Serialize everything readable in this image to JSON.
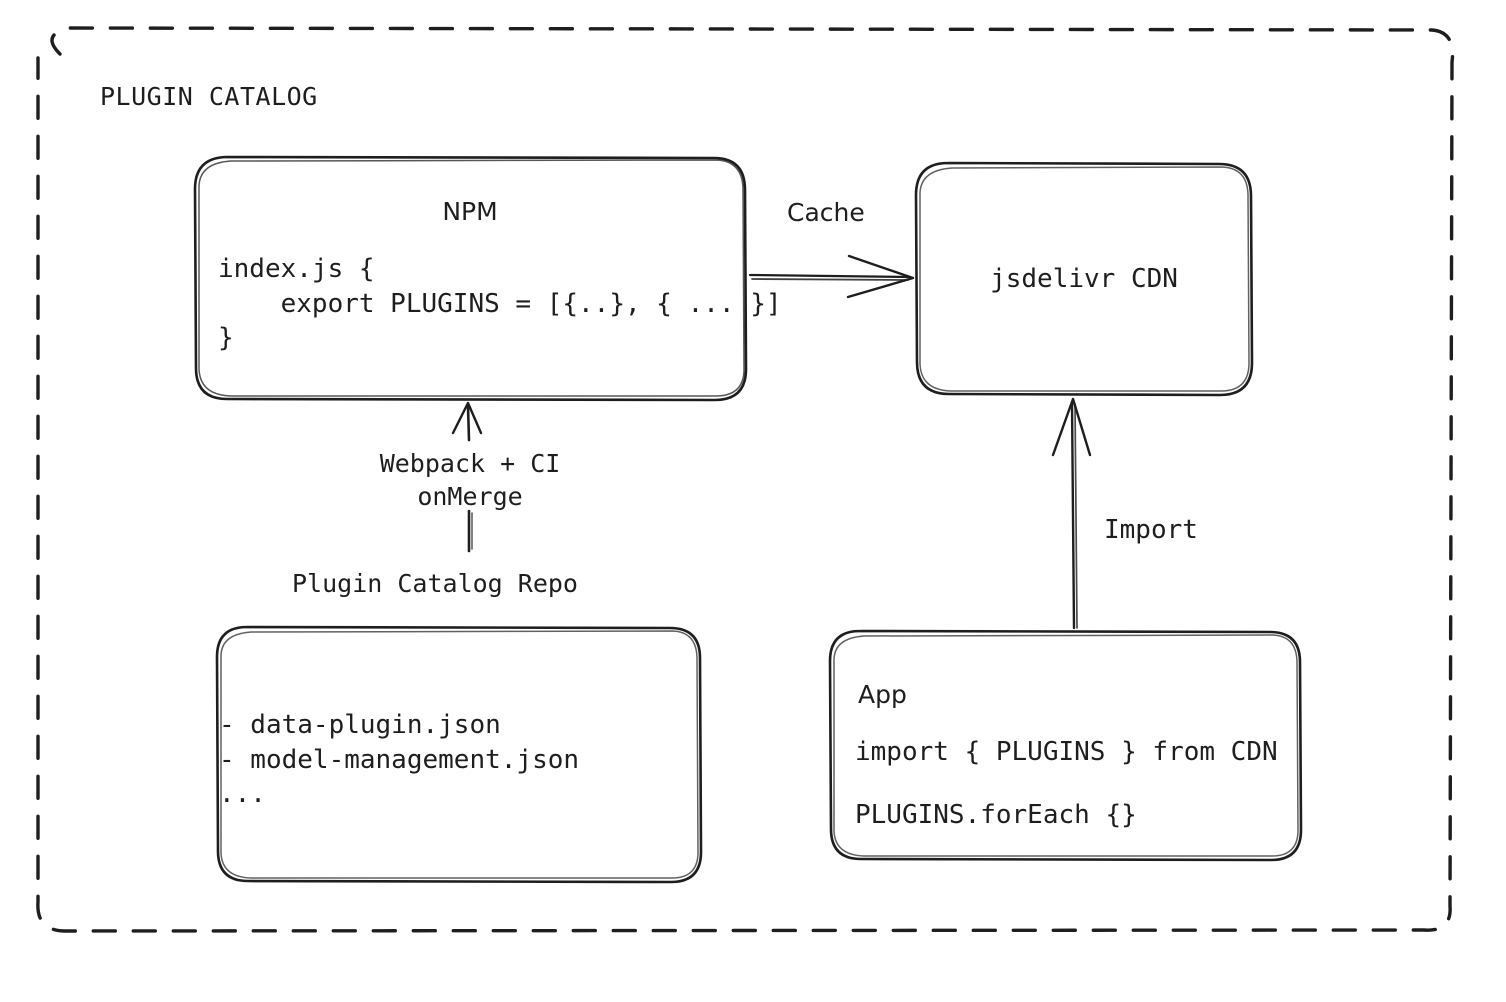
{
  "diagram": {
    "type": "architecture-flow",
    "style": "hand-drawn",
    "background": "#ffffff",
    "stroke_color": "#1e1e1e",
    "container": {
      "label": "PLUGIN CATALOG",
      "border": "dashed"
    },
    "nodes": [
      {
        "id": "npm",
        "title": "NPM",
        "body": "index.js {\n    export PLUGINS = [{..}, { ... }]\n}"
      },
      {
        "id": "cdn",
        "title": "jsdelivr CDN",
        "body": ""
      },
      {
        "id": "repo",
        "caption": "Plugin Catalog Repo",
        "body": "- data-plugin.json\n- model-management.json\n..."
      },
      {
        "id": "app",
        "title": "App",
        "line1": "import { PLUGINS } from CDN",
        "line2": "PLUGINS.forEach {}"
      }
    ],
    "edges": [
      {
        "id": "npm-to-cdn",
        "label": "Cache",
        "from": "npm",
        "to": "cdn",
        "direction": "right"
      },
      {
        "id": "repo-to-npm",
        "label": "Webpack + CI\nonMerge",
        "from": "repo",
        "to": "npm",
        "direction": "up"
      },
      {
        "id": "app-to-cdn",
        "label": "Import",
        "from": "app",
        "to": "cdn",
        "direction": "up"
      }
    ]
  },
  "container_title": "PLUGIN CATALOG",
  "npm": {
    "title": "NPM",
    "code": "index.js {\n    export PLUGINS = [{..}, { ... }]\n}"
  },
  "cdn": {
    "title": "jsdelivr CDN"
  },
  "repo": {
    "caption": "Plugin Catalog Repo",
    "body": "- data-plugin.json\n- model-management.json\n..."
  },
  "app": {
    "title": "App",
    "line1": "import { PLUGINS } from CDN",
    "line2": "PLUGINS.forEach {}"
  },
  "labels": {
    "cache": "Cache",
    "webpack": "Webpack + CI\nonMerge",
    "import": "Import"
  }
}
